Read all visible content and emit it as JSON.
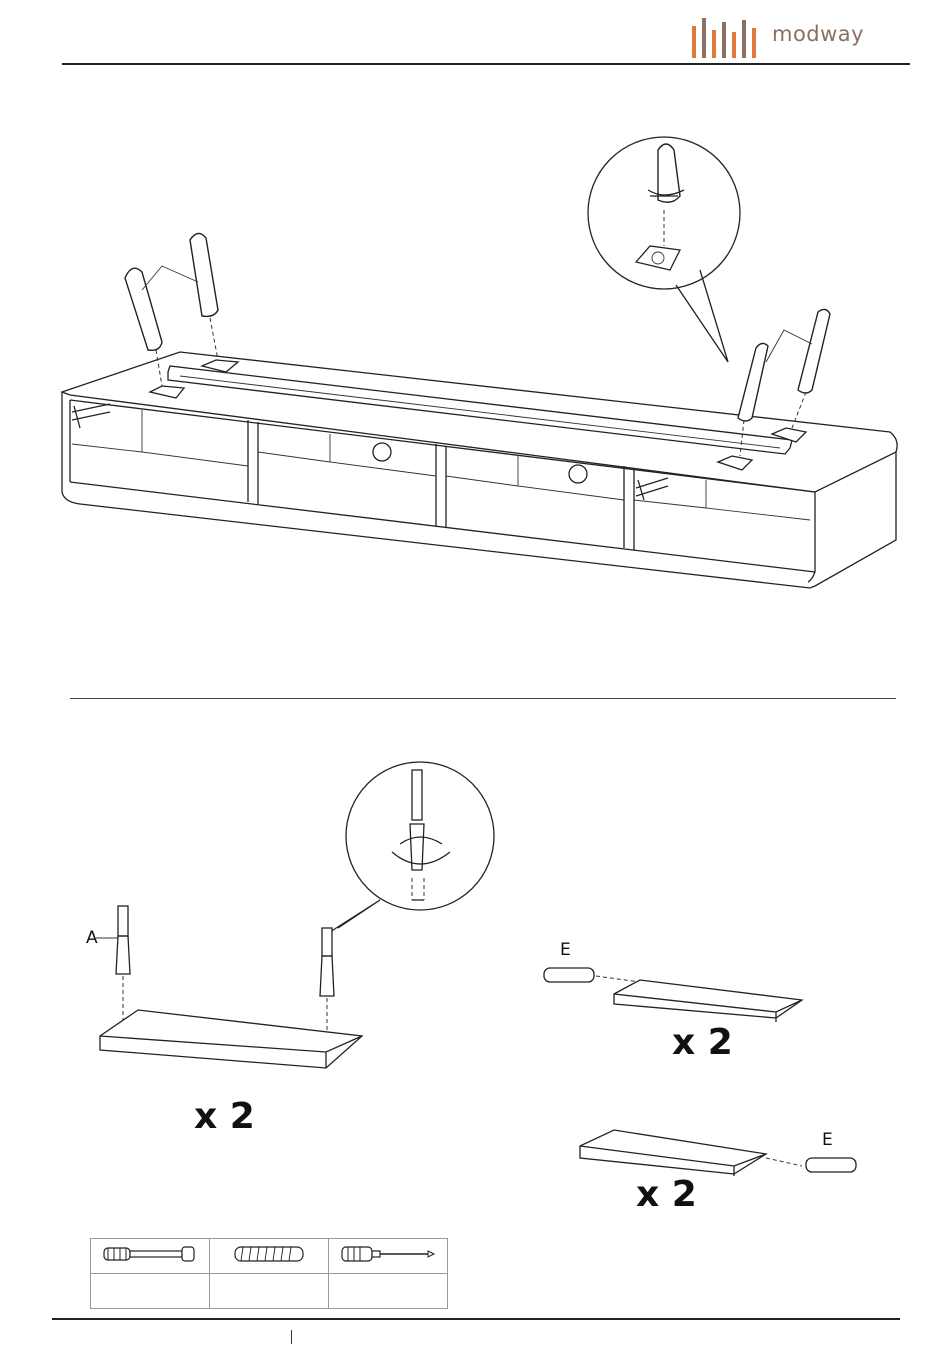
{
  "brand": {
    "name": "modway",
    "bar_colors": [
      "#e07a3c",
      "#8a7060"
    ]
  },
  "step_top": {
    "label_leg_pair_left": "",
    "label_leg_pair_right": ""
  },
  "step_bottom": {
    "callout_a": "A",
    "callout_e_top": "E",
    "callout_e_bottom": "E",
    "multiplier_left": "x 2",
    "multiplier_right_top": "x 2",
    "multiplier_right_bottom": "x 2"
  },
  "parts_table": {
    "items": [
      {
        "icon": "cam-bolt-icon",
        "qty": ""
      },
      {
        "icon": "wood-dowel-icon",
        "qty": ""
      },
      {
        "icon": "screwdriver-icon",
        "qty": ""
      }
    ]
  },
  "footer": {
    "page_number": ""
  }
}
